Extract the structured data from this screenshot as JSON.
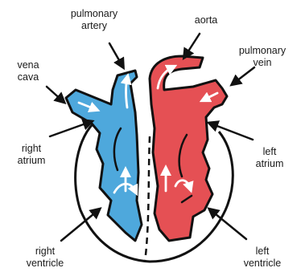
{
  "diagram": {
    "labels": {
      "pulmonary_artery": [
        "pulmonary",
        "artery"
      ],
      "aorta": [
        "aorta"
      ],
      "vena_cava": [
        "vena",
        "cava"
      ],
      "pulmonary_vein": [
        "pulmonary",
        "vein"
      ],
      "right_atrium": [
        "right",
        "atrium"
      ],
      "left_atrium": [
        "left",
        "atrium"
      ],
      "right_ventricle": [
        "right",
        "ventricle"
      ],
      "left_ventricle": [
        "left",
        "ventricle"
      ]
    },
    "colors": {
      "deoxygenated": "#4ea8dc",
      "oxygenated": "#e55054",
      "outline": "#111111",
      "flow_arrow": "#ffffff"
    }
  }
}
